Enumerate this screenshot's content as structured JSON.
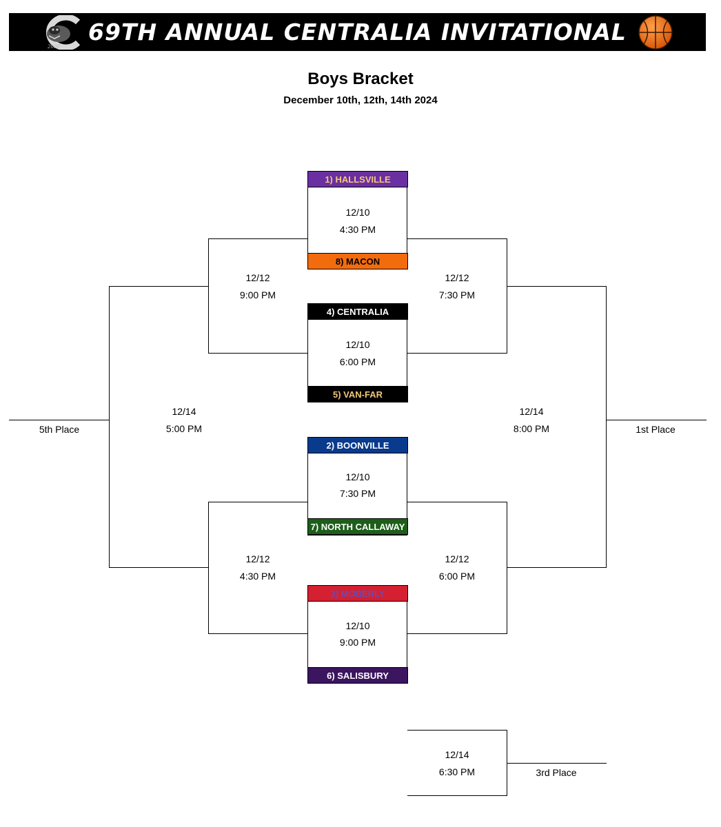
{
  "banner": {
    "title": "69TH ANNUAL CENTRALIA INVITATIONAL",
    "logo_icon": "centralia-panther-logo",
    "ball_icon": "basketball-icon"
  },
  "heading": {
    "title": "Boys Bracket",
    "dates": "December 10th, 12th, 14th 2024"
  },
  "teams": [
    {
      "label": "1) HALLSVILLE",
      "bg": "#6a2fa0",
      "fg": "#f3c77a"
    },
    {
      "label": "8) MACON",
      "bg": "#f26c0d",
      "fg": "#000000"
    },
    {
      "label": "4) CENTRALIA",
      "bg": "#000000",
      "fg": "#ffffff"
    },
    {
      "label": "5) VAN-FAR",
      "bg": "#000000",
      "fg": "#f3c77a"
    },
    {
      "label": "2) BOONVILLE",
      "bg": "#0a3a8c",
      "fg": "#ffffff"
    },
    {
      "label": "7) NORTH CALLAWAY",
      "bg": "#1d5e1a",
      "fg": "#ffffff"
    },
    {
      "label": "3) MOBERLY",
      "bg": "#d42030",
      "fg": "#6a4ab5"
    },
    {
      "label": "6) SALISBURY",
      "bg": "#3b155f",
      "fg": "#ffffff"
    }
  ],
  "games": {
    "r1_top": {
      "date": "12/10",
      "time": "4:30 PM"
    },
    "r1_second": {
      "date": "12/10",
      "time": "6:00 PM"
    },
    "r1_third": {
      "date": "12/10",
      "time": "7:30 PM"
    },
    "r1_bottom": {
      "date": "12/10",
      "time": "9:00 PM"
    },
    "cons_top": {
      "date": "12/12",
      "time": "9:00 PM"
    },
    "cons_bottom": {
      "date": "12/12",
      "time": "4:30 PM"
    },
    "semi_top": {
      "date": "12/12",
      "time": "7:30 PM"
    },
    "semi_bottom": {
      "date": "12/12",
      "time": "6:00 PM"
    },
    "fifth": {
      "date": "12/14",
      "time": "5:00 PM"
    },
    "final": {
      "date": "12/14",
      "time": "8:00 PM"
    },
    "third": {
      "date": "12/14",
      "time": "6:30 PM"
    }
  },
  "places": {
    "fifth": "5th Place",
    "first": "1st Place",
    "third": "3rd Place"
  }
}
